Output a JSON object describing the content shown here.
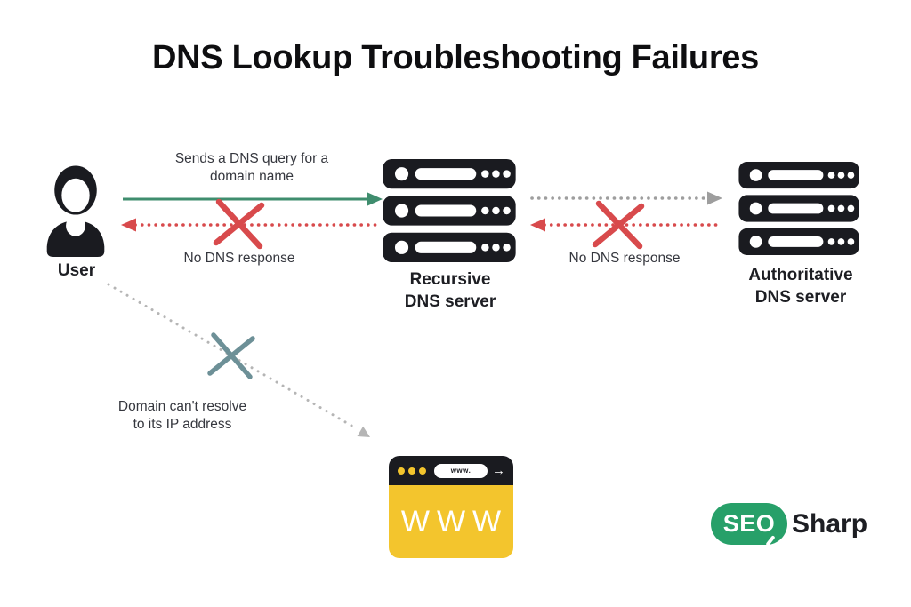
{
  "title": "DNS Lookup Troubleshooting Failures",
  "nodes": {
    "user": {
      "label": "User"
    },
    "recursive_dns": {
      "label": [
        "Recursive",
        "DNS server"
      ]
    },
    "authoritative_dns": {
      "label": [
        "Authoritative",
        "DNS server"
      ]
    },
    "browser": {
      "address_bar": "www.",
      "content": "WWW",
      "nav_arrow": "→"
    }
  },
  "edges": {
    "query": {
      "label": [
        "Sends a DNS query for a",
        "domain name"
      ]
    },
    "user_no_response": {
      "label": "No DNS response"
    },
    "auth_no_response": {
      "label": "No DNS response"
    },
    "resolve_failure": {
      "label": [
        "Domain can't resolve",
        "to its IP address"
      ]
    }
  },
  "logo": {
    "badge": "SEO",
    "wordmark": "Sharp"
  },
  "colors": {
    "title_black": "#0e0e10",
    "text_dark": "#35373e",
    "label_dark": "#1d1e23",
    "arrow_green": "#3f8d6e",
    "error_red": "#d84a4c",
    "dotted_gray": "#9e9e9e",
    "path_gray": "#b5b5b5",
    "x_teal": "#6d9097",
    "icon_black": "#1a1b20",
    "browser_yellow": "#f3c52d",
    "logo_green": "#27a069"
  }
}
